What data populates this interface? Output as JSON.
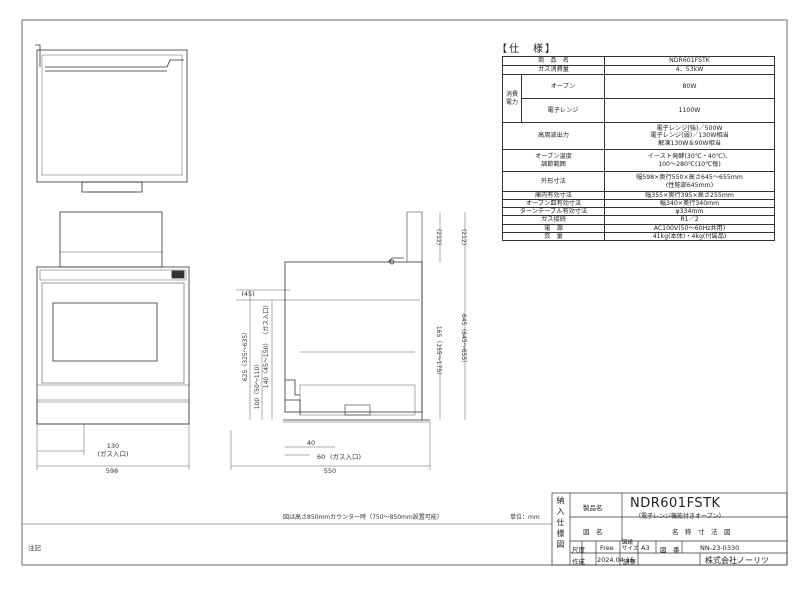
{
  "spec": {
    "title": "【仕　様】",
    "rows": [
      {
        "label": "商　品　名",
        "value": "NDR601FSTK"
      },
      {
        "label": "ガス消費量",
        "value": "4．53kW"
      },
      {
        "group": "消費電力",
        "label": "オーブン",
        "value": "80W"
      },
      {
        "group": "",
        "label": "電子レンジ",
        "value": "1100W"
      },
      {
        "label": "高周波出力",
        "value": "電子レンジ(強)／500W\n電子レンジ(弱)／130W相当\n解凍130W＆90W相当"
      },
      {
        "label": "オーブン温度\n調節範囲",
        "value": "イースト発酵(30℃・40℃)、\n100〜280℃(10℃毎)"
      },
      {
        "label": "外形寸法",
        "value": "幅598×奥行550×高さ645〜655mm\n(性能部645mm)"
      },
      {
        "label": "庫内有効寸法",
        "value": "幅355×奥行395×高さ255mm"
      },
      {
        "label": "オーブン皿有効寸法",
        "value": "幅340×奥行340mm"
      },
      {
        "label": "ターンテーブル有効寸法",
        "value": "φ334mm"
      },
      {
        "label": "ガス接続",
        "value": "R1／2"
      },
      {
        "label": "電　源",
        "value": "AC100V(50〜60Hz共用)"
      },
      {
        "label": "質　量",
        "value": "41kg(本体)・4kg(付属品)"
      }
    ]
  },
  "front_view": {
    "dim_width": "598",
    "dim_gas": "130",
    "gas_label": "(ガス入口)"
  },
  "side_view": {
    "dim_depth": "550",
    "dim_40": "40",
    "dim_60": "60",
    "gas_label": "(ガス入口)",
    "dim_45": "(45)",
    "dim_212a": "(212)",
    "dim_212b": "(212)",
    "dim_625": "625（325〜635）",
    "dim_140": "140（45〜150）\n（ガス入口）",
    "dim_100": "100（50〜110）",
    "dim_165": "165（155〜175）",
    "dim_645": "645（645〜655）"
  },
  "counter_note": "図は高さ850mmカウンター時（750〜850mm設置可能）",
  "unit_label": "単位：mm",
  "note_label": "注記",
  "title_block": {
    "stamp": "納入仕様図",
    "product_name_label": "製品名",
    "model": "NDR601FSTK",
    "model_desc": "（電子レンジ機能付きオーブン）",
    "drawing_name_label": "図　名",
    "drawing_name": "名　称　寸　法　図",
    "scale_label": "尺度",
    "scale": "Free",
    "paper_label": "図紙\nサイズ",
    "paper": "A3",
    "dwg_no_label": "図　番",
    "dwg_no": "NN-23-0330",
    "created_label": "作成",
    "date": "2024.04.15",
    "checked_label": "調整",
    "company": "株式会社ノーリツ"
  }
}
